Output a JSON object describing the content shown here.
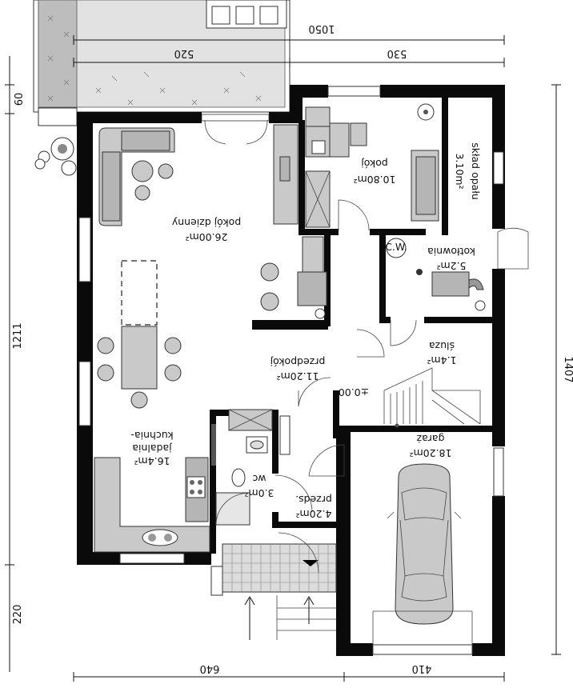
{
  "dimensions": {
    "top_total": "1050",
    "top_left": "520",
    "top_right": "530",
    "left_60": "60",
    "left_1211": "1211",
    "left_220": "220",
    "right_1407": "1407",
    "bottom_640": "640",
    "bottom_410": "410"
  },
  "rooms": {
    "pokoj_dzienny": {
      "name": "pokój dzienny",
      "area": "26.00m²"
    },
    "pokoj": {
      "name": "pokój",
      "area": "10.80m²"
    },
    "sklad": {
      "name": "skład opału",
      "area": "3.10m²"
    },
    "kotlownia": {
      "name": "kotłownia",
      "area": "5.2m²"
    },
    "sluza": {
      "name": "śluza",
      "area": "1.4m²"
    },
    "przedpokoj": {
      "name": "przedpokój",
      "area": "11.20m²"
    },
    "kuchnia": {
      "name_line1": "kuchnia-",
      "name_line2": "jadalnia",
      "area": "16.4m²"
    },
    "wc": {
      "name": "wc",
      "area": "3.0m²"
    },
    "przeds": {
      "name": "przeds.",
      "area": "4.20m²"
    },
    "garaz": {
      "name": "garaż",
      "area": "18.20m²"
    }
  },
  "level_mark": "±0.00",
  "cw_label": "C.W."
}
